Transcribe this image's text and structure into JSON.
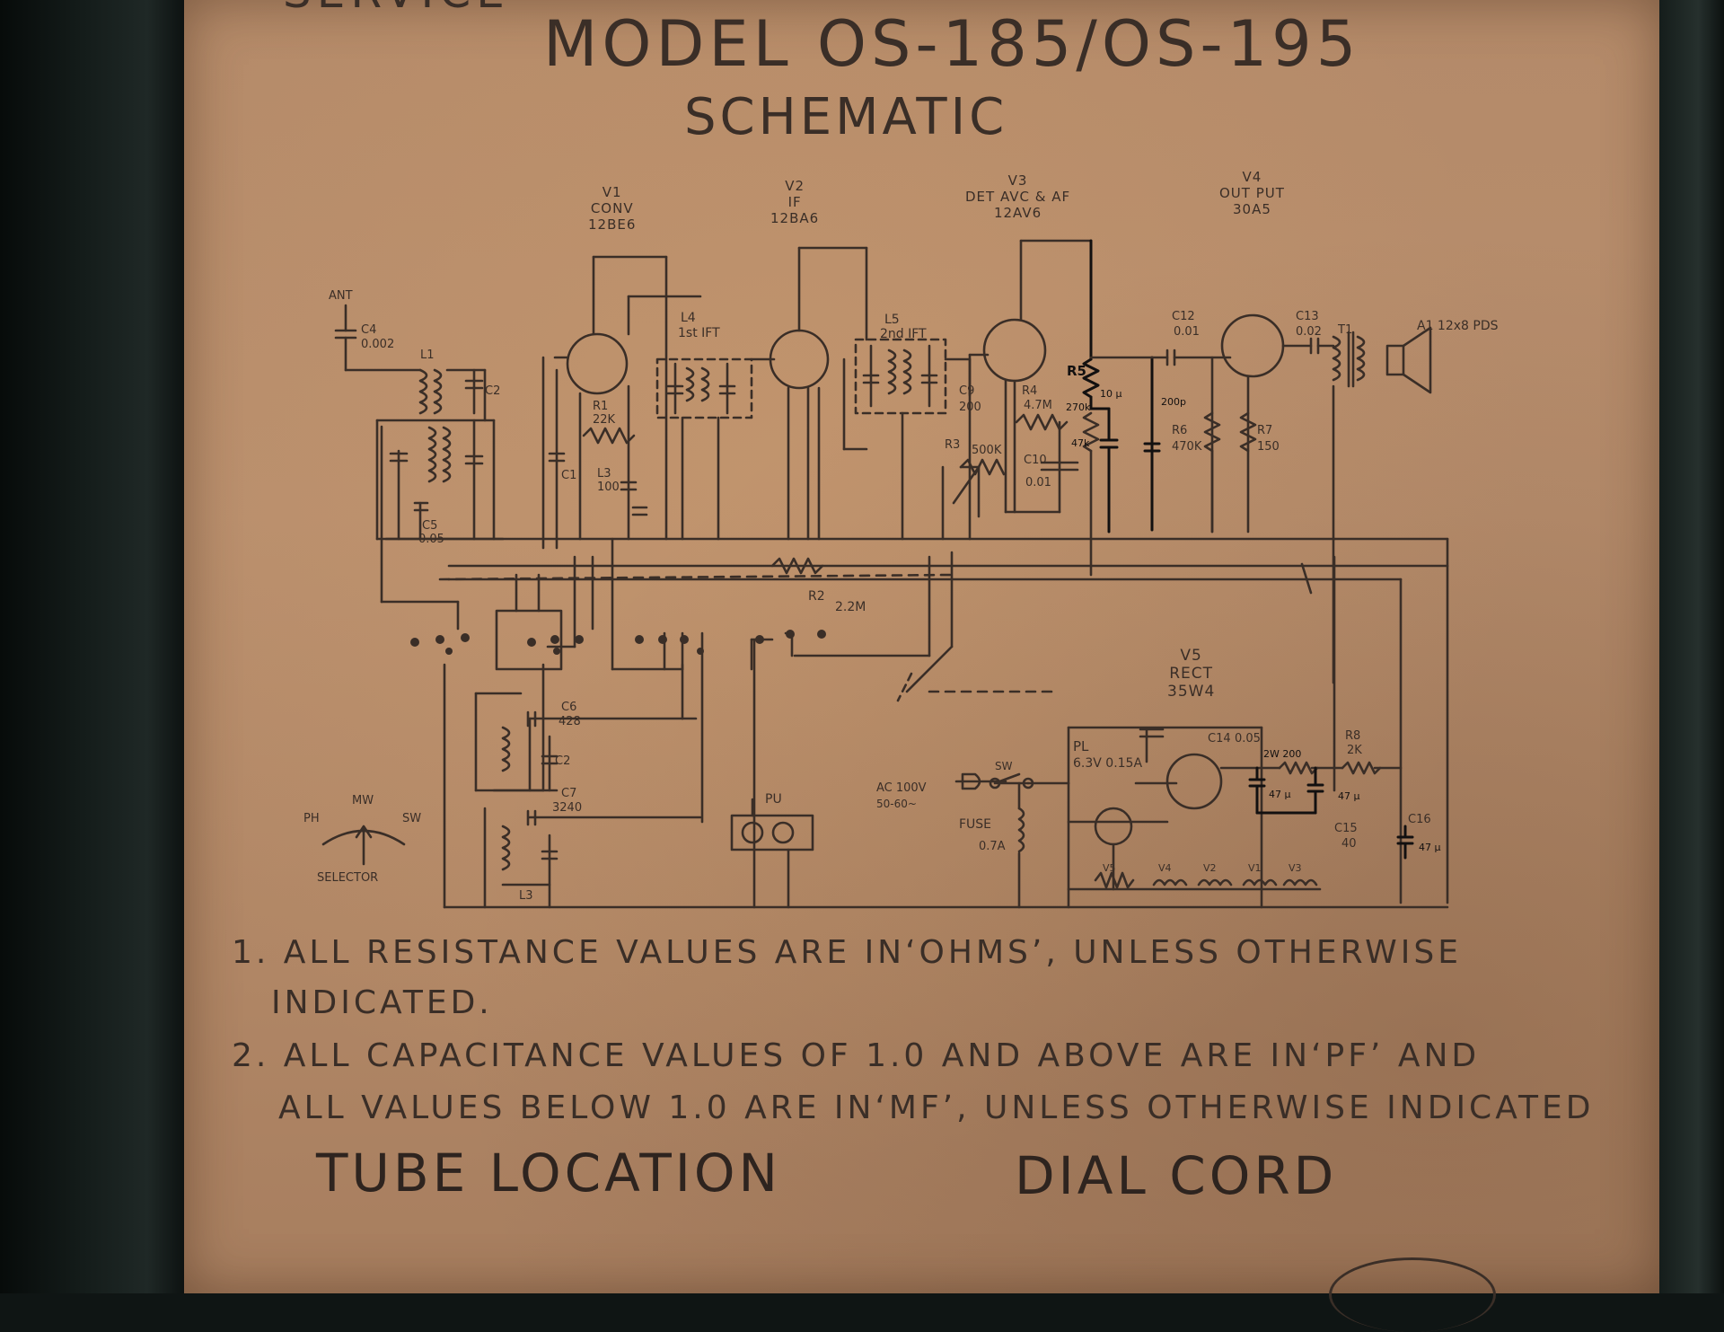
{
  "header": {
    "fragment": "SERVICE",
    "title": "MODEL OS-185/OS-195",
    "subtitle": "SCHEMATIC"
  },
  "tubes": {
    "v1": {
      "ref": "V1",
      "role": "CONV",
      "type": "12BE6"
    },
    "v2": {
      "ref": "V2",
      "role": "IF",
      "type": "12BA6"
    },
    "v3": {
      "ref": "V3",
      "role": "DET AVC & AF",
      "type": "12AV6"
    },
    "v4": {
      "ref": "V4",
      "role": "OUT PUT",
      "type": "30A5"
    },
    "v5": {
      "ref": "V5",
      "role": "RECT",
      "type": "35W4"
    }
  },
  "components": {
    "ant": "ANT",
    "c4": "C4",
    "c4_val": "0.002",
    "l1": "L1",
    "c2": "C2",
    "c1": "C1",
    "c5": "C5",
    "c5_val": "0.05",
    "r1": "R1",
    "r1_val": "22K",
    "l3": "L3",
    "l3_val": "100",
    "l4": "L4",
    "l4_val": "1st IFT",
    "l5": "L5",
    "l5_val": "2nd IFT",
    "c9": "C9",
    "c9_val": "200",
    "r4": "R4",
    "r4_val": "4.7M",
    "r3": "R3",
    "r3_val": "500K",
    "c10": "C10",
    "c10_val": "0.01",
    "r5": "R5",
    "c12": "C12",
    "c12_val": "0.01",
    "c13": "C13",
    "c13_val": "0.02",
    "r6": "R6",
    "r6_val": "470K",
    "r7": "R7",
    "r7_val": "150",
    "t1": "T1",
    "speaker": "A1 12x8 PDS",
    "r2": "R2",
    "r2_val": "2.2M",
    "c6": "C6",
    "c6_val": "428",
    "c7": "C7",
    "c7_val": "3240",
    "pu": "PU",
    "c14": "C14",
    "c14_val": "0.05",
    "pl": "PL",
    "pl_val": "6.3V 0.15A",
    "r8": "R8",
    "r8_val": "2K",
    "c15": "C15",
    "c15_val": "40",
    "c16": "C16",
    "ac": "AC 100V",
    "ac_freq": "50-60~",
    "sw": "SW",
    "fuse": "FUSE",
    "fuse_val": "0.7A",
    "heaters": [
      "V5",
      "V4",
      "V2",
      "V1",
      "V3"
    ]
  },
  "annotations": {
    "a10u": "10 μ",
    "a270k": "270k",
    "a47k": "47k",
    "a200p": "200p",
    "a2w200": "2W 200",
    "a47u_1": "47 μ",
    "a47u_2": "47 μ",
    "a47u_3": "47 μ"
  },
  "selector": {
    "ph": "PH",
    "mw": "MW",
    "sw": "SW",
    "label": "SELECTOR"
  },
  "notes": {
    "n1_line1": "1. ALL RESISTANCE VALUES ARE IN‘OHMS’, UNLESS OTHERWISE",
    "n1_line2": "INDICATED.",
    "n2_line1": "2. ALL CAPACITANCE VALUES OF 1.0 AND ABOVE ARE IN‘PF’ AND",
    "n2_line2": "ALL VALUES BELOW 1.0 ARE IN‘MF’, UNLESS OTHERWISE INDICATED"
  },
  "sections": {
    "tube_location": "TUBE LOCATION",
    "dial_cord": "DIAL CORD"
  }
}
